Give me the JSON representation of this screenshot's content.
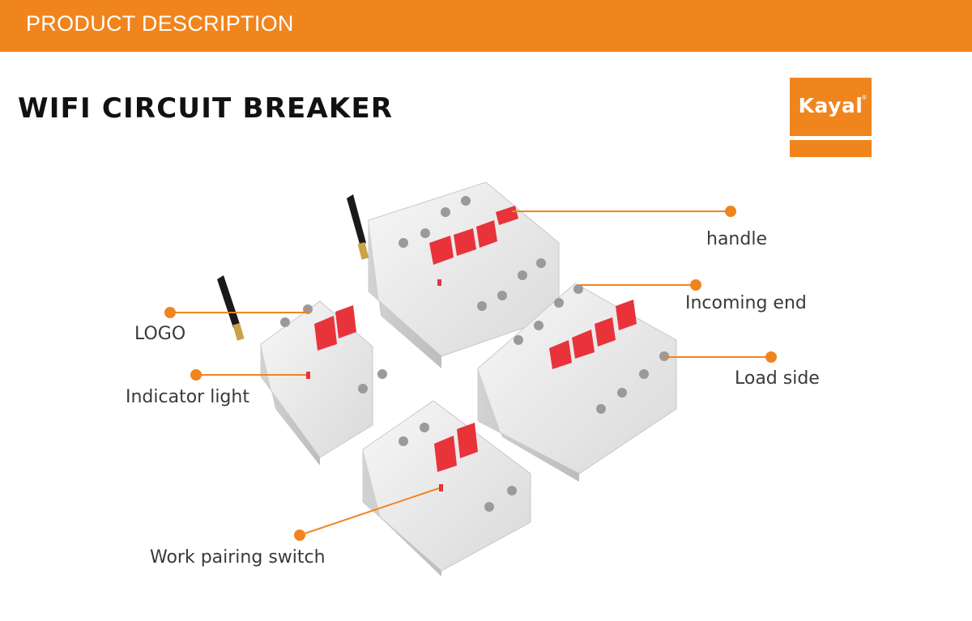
{
  "header": {
    "title": "PRODUCT DESCRIPTION"
  },
  "title": "WIFI CIRCUIT BREAKER",
  "brand": {
    "logo_text": "Kayal",
    "registered": "®"
  },
  "labels": {
    "handle": "handle",
    "incoming_end": "Incoming end",
    "load_side": "Load side",
    "logo": "LOGO",
    "indicator_light": "Indicator light",
    "work_pairing_switch": "Work pairing switch"
  },
  "colors": {
    "accent": "#F0851E",
    "handle_red": "#E8333B",
    "body": "#EDEDED",
    "text": "#3A3A3A"
  },
  "icons": [
    "antenna-icon"
  ]
}
